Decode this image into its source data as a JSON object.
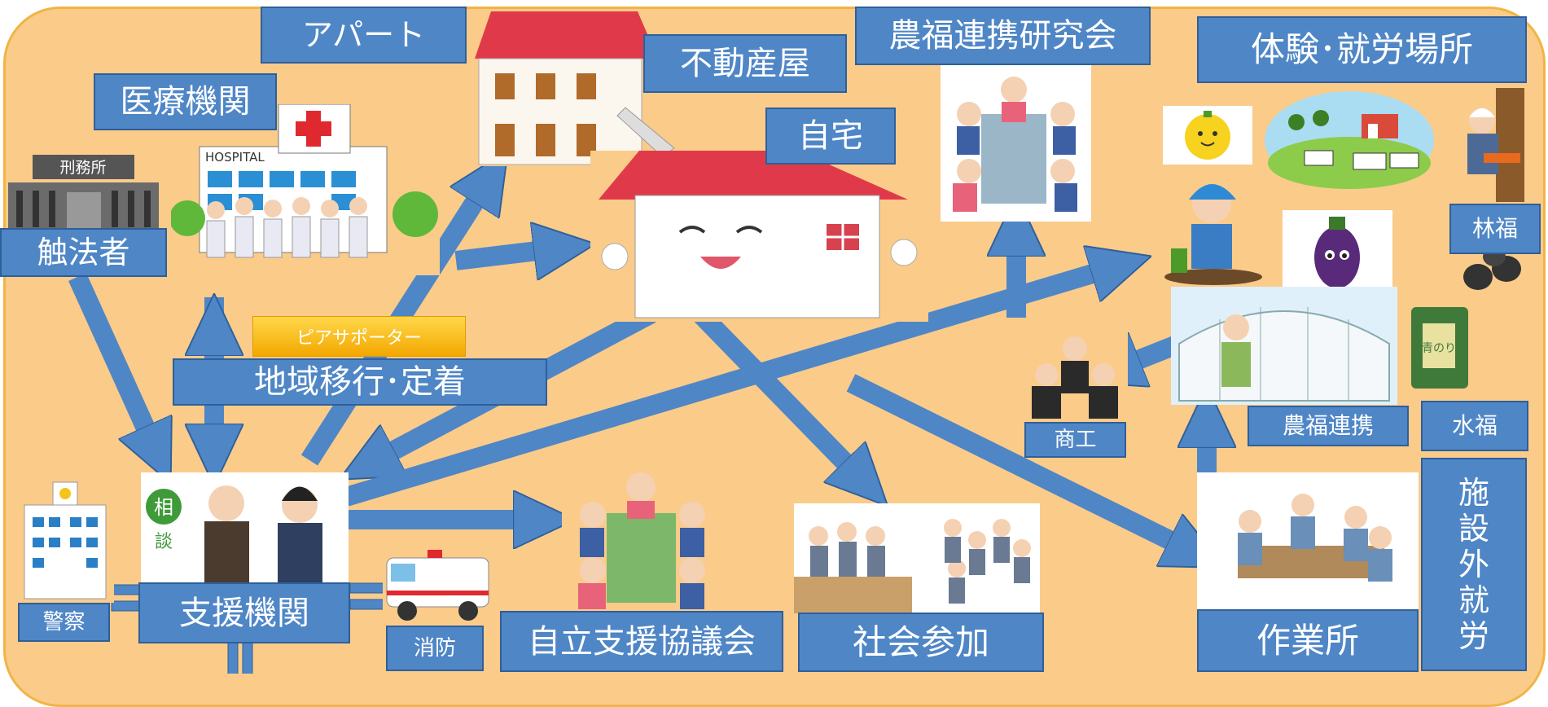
{
  "labels": {
    "apart": "アパート",
    "fudousan": "不動産屋",
    "noufuku_kenkyuukai": "農福連携研究会",
    "taiken": "体験･就労場所",
    "iryou": "医療機関",
    "jitaku": "自宅",
    "shokuhousha": "触法者",
    "rinpuku": "林福",
    "peer_supporter": "ピアサポーター",
    "chiiki_ikou": "地域移行･定着",
    "shoukou": "商工",
    "noufuku_renkei": "農福連携",
    "suifuku": "水福",
    "keisatsu": "警察",
    "shien_kikan": "支援機関",
    "shoubou": "消防",
    "jiritsu": "自立支援協議会",
    "shakai_sanka": "社会参加",
    "sagyousho": "作業所",
    "shisetsugai": [
      "施",
      "設",
      "外",
      "就",
      "労"
    ]
  },
  "pictures": {
    "prison_sign": "刑務所",
    "hospital_sign": "HOSPITAL",
    "consult_badge": [
      "相",
      "談"
    ],
    "nori_label": "青のり"
  },
  "colors": {
    "background": "#fbcb8a",
    "border": "#f0b545",
    "label_fill": "#4f86c6",
    "label_border": "#2f5f99",
    "arrow": "#4f86c6",
    "peer_fill": "#f8c21a",
    "roof": "#e03a4a"
  }
}
